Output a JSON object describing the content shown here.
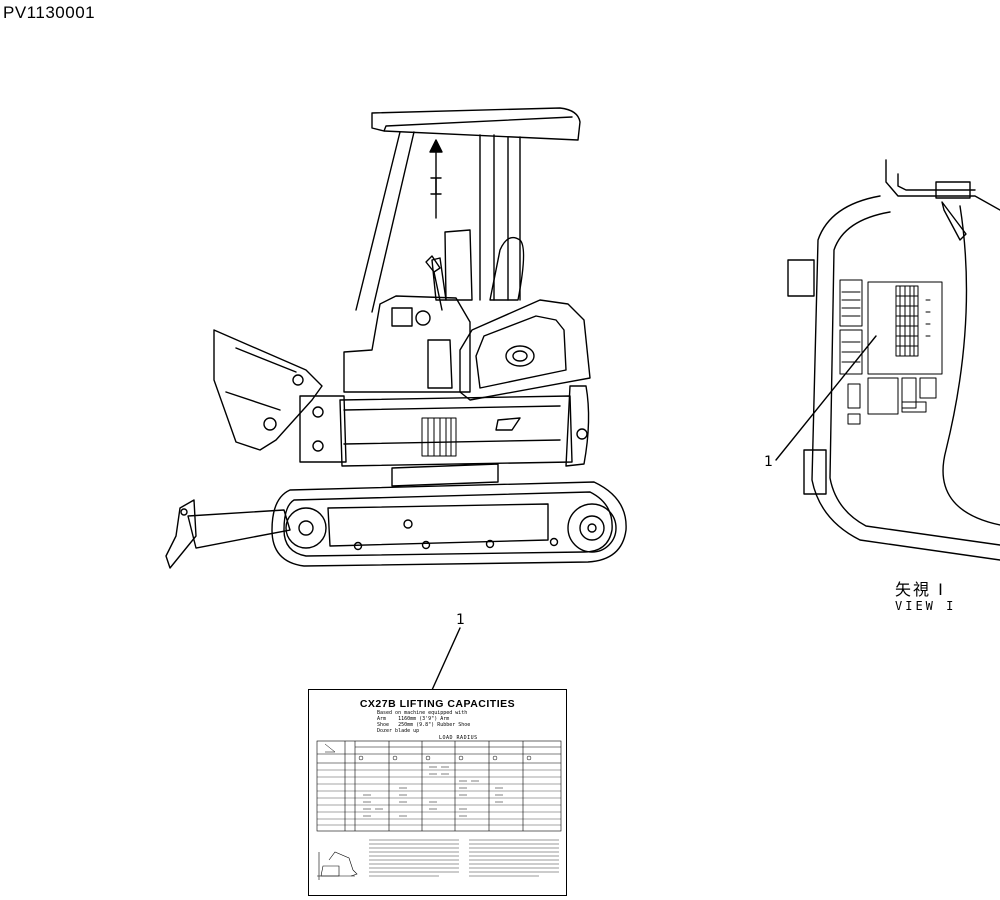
{
  "doc_id": "PV1130001",
  "callouts": {
    "view_callout": "1",
    "decal_callout": "1"
  },
  "view_direction_label": "I",
  "view_label": {
    "jp": "矢視 I",
    "en": "VIEW I"
  },
  "decal": {
    "title": "CX27B LIFTING CAPACITIES",
    "notes": [
      "Based on machine equipped with",
      "Arm    1160mm (3'9\") Arm",
      "Shoe   250mm (9.8\") Rubber Shoe",
      "Dozer blade up"
    ],
    "load_radius_label": "LOAD RADIUS"
  }
}
